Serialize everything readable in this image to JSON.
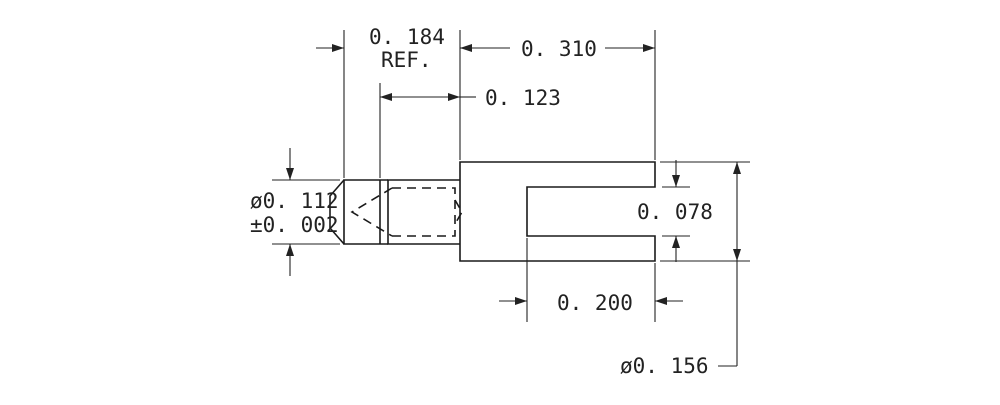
{
  "drawing": {
    "labels": {
      "overall_length": "0. 184",
      "overall_length_note": "REF.",
      "tip_length": "0. 123",
      "body_length": "0. 310",
      "tip_diameter": "ø0. 112",
      "tip_tolerance": "±0. 002",
      "slot_width": "0. 078",
      "slot_depth": "0. 200",
      "body_diameter": "ø0. 156"
    }
  }
}
